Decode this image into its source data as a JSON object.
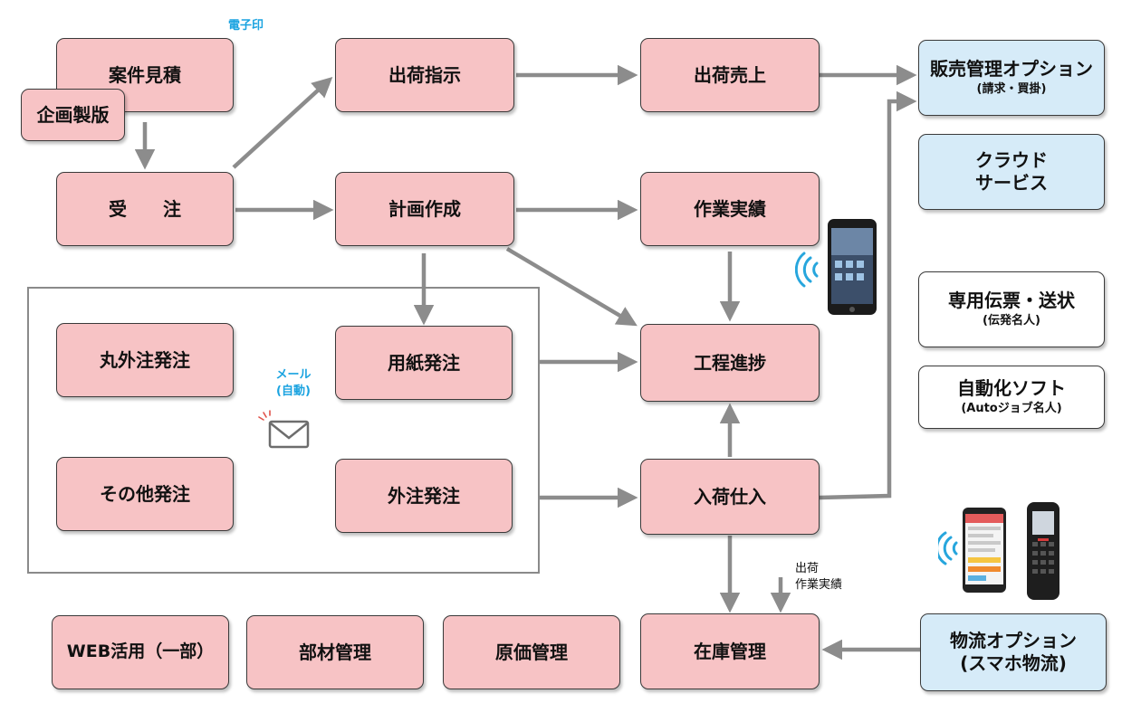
{
  "boxes": {
    "anken_mitsumori": "案件見積",
    "kikaku_seihan": "企画製版",
    "juchu": "受　　注",
    "shukka_shiji": "出荷指示",
    "shukka_uriage": "出荷売上",
    "keikaku_sakusei": "計画作成",
    "sagyo_jisseki": "作業実績",
    "maru_gaichu": "丸外注発注",
    "yoshi_hatchu": "用紙発注",
    "koutei_shinchoku": "工程進捗",
    "sonota_hatchu": "その他発注",
    "gaichu_hatchu": "外注発注",
    "nyuka_shiire": "入荷仕入",
    "web_katsuyo": "WEB活用（一部）",
    "buzai_kanri": "部材管理",
    "genka_kanri": "原価管理",
    "zaiko_kanri": "在庫管理"
  },
  "options": {
    "hanbai_title": "販売管理オプション",
    "hanbai_sub": "(請求・買掛)",
    "cloud_line1": "クラウド",
    "cloud_line2": "サービス",
    "senyo_title": "専用伝票・送状",
    "senyo_sub": "(伝発名人)",
    "jidoka_title": "自動化ソフト",
    "jidoka_sub": "(Autoジョブ名人)",
    "butsuryu_line1": "物流オプション",
    "butsuryu_line2": "(スマホ物流)"
  },
  "labels": {
    "denshi_in": "電子印",
    "mail_line1": "メール",
    "mail_line2": "(自動)",
    "shukka_line1": "出荷",
    "shukka_line2": "作業実績"
  },
  "colors": {
    "process_box": "#f7c3c5",
    "option_box": "#d6ebf8",
    "arrow": "#8c8c8c",
    "annotation": "#1aa3e0"
  },
  "icons": [
    "tablet-icon",
    "wifi-icon",
    "mail-icon",
    "smartphone-icon",
    "handheld-scanner-icon"
  ]
}
